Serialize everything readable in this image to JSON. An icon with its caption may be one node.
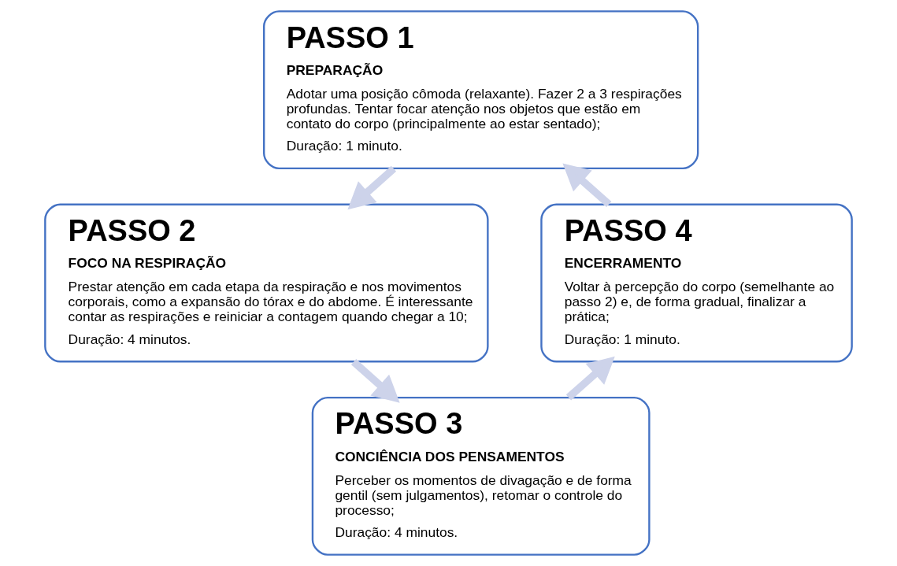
{
  "diagram": {
    "nodes": [
      {
        "text": [
          "PASSO 1",
          "PREPARAÇÃO",
          "Adotar uma posição cômoda (relaxante). Fazer 2 a 3 respirações profundas. Tentar focar atenção nos objetos que estão em contato do corpo (principalmente ao estar sentado);",
          "Duração: 1 minuto."
        ]
      },
      {
        "text": [
          "PASSO 2",
          "FOCO NA RESPIRAÇÃO",
          "Prestar atenção em cada etapa da respiração e nos movimentos corporais, como a expansão do tórax e do abdome. É interessante contar as respirações e reiniciar a contagem quando chegar a 10;",
          "Duração: 4 minutos."
        ]
      },
      {
        "text": [
          "PASSO 3",
          "CONCIÊNCIA DOS PENSAMENTOS",
          "Perceber os momentos de divagação e de forma gentil (sem julgamentos), retomar o controle do processo;",
          "Duração: 4 minutos."
        ]
      },
      {
        "text": [
          "PASSO 4",
          "ENCERRAMENTO",
          "Voltar à percepção do corpo (semelhante ao passo 2) e, de forma gradual, finalizar a prática;",
          "Duração: 1 minuto."
        ]
      }
    ],
    "edges": [
      {
        "from": 0,
        "to": 1,
        "arrow": "to"
      },
      {
        "from": 1,
        "to": 2,
        "arrow": "to"
      },
      {
        "from": 2,
        "to": 3,
        "arrow": "to"
      },
      {
        "from": 3,
        "to": 0,
        "arrow": "to"
      }
    ]
  }
}
